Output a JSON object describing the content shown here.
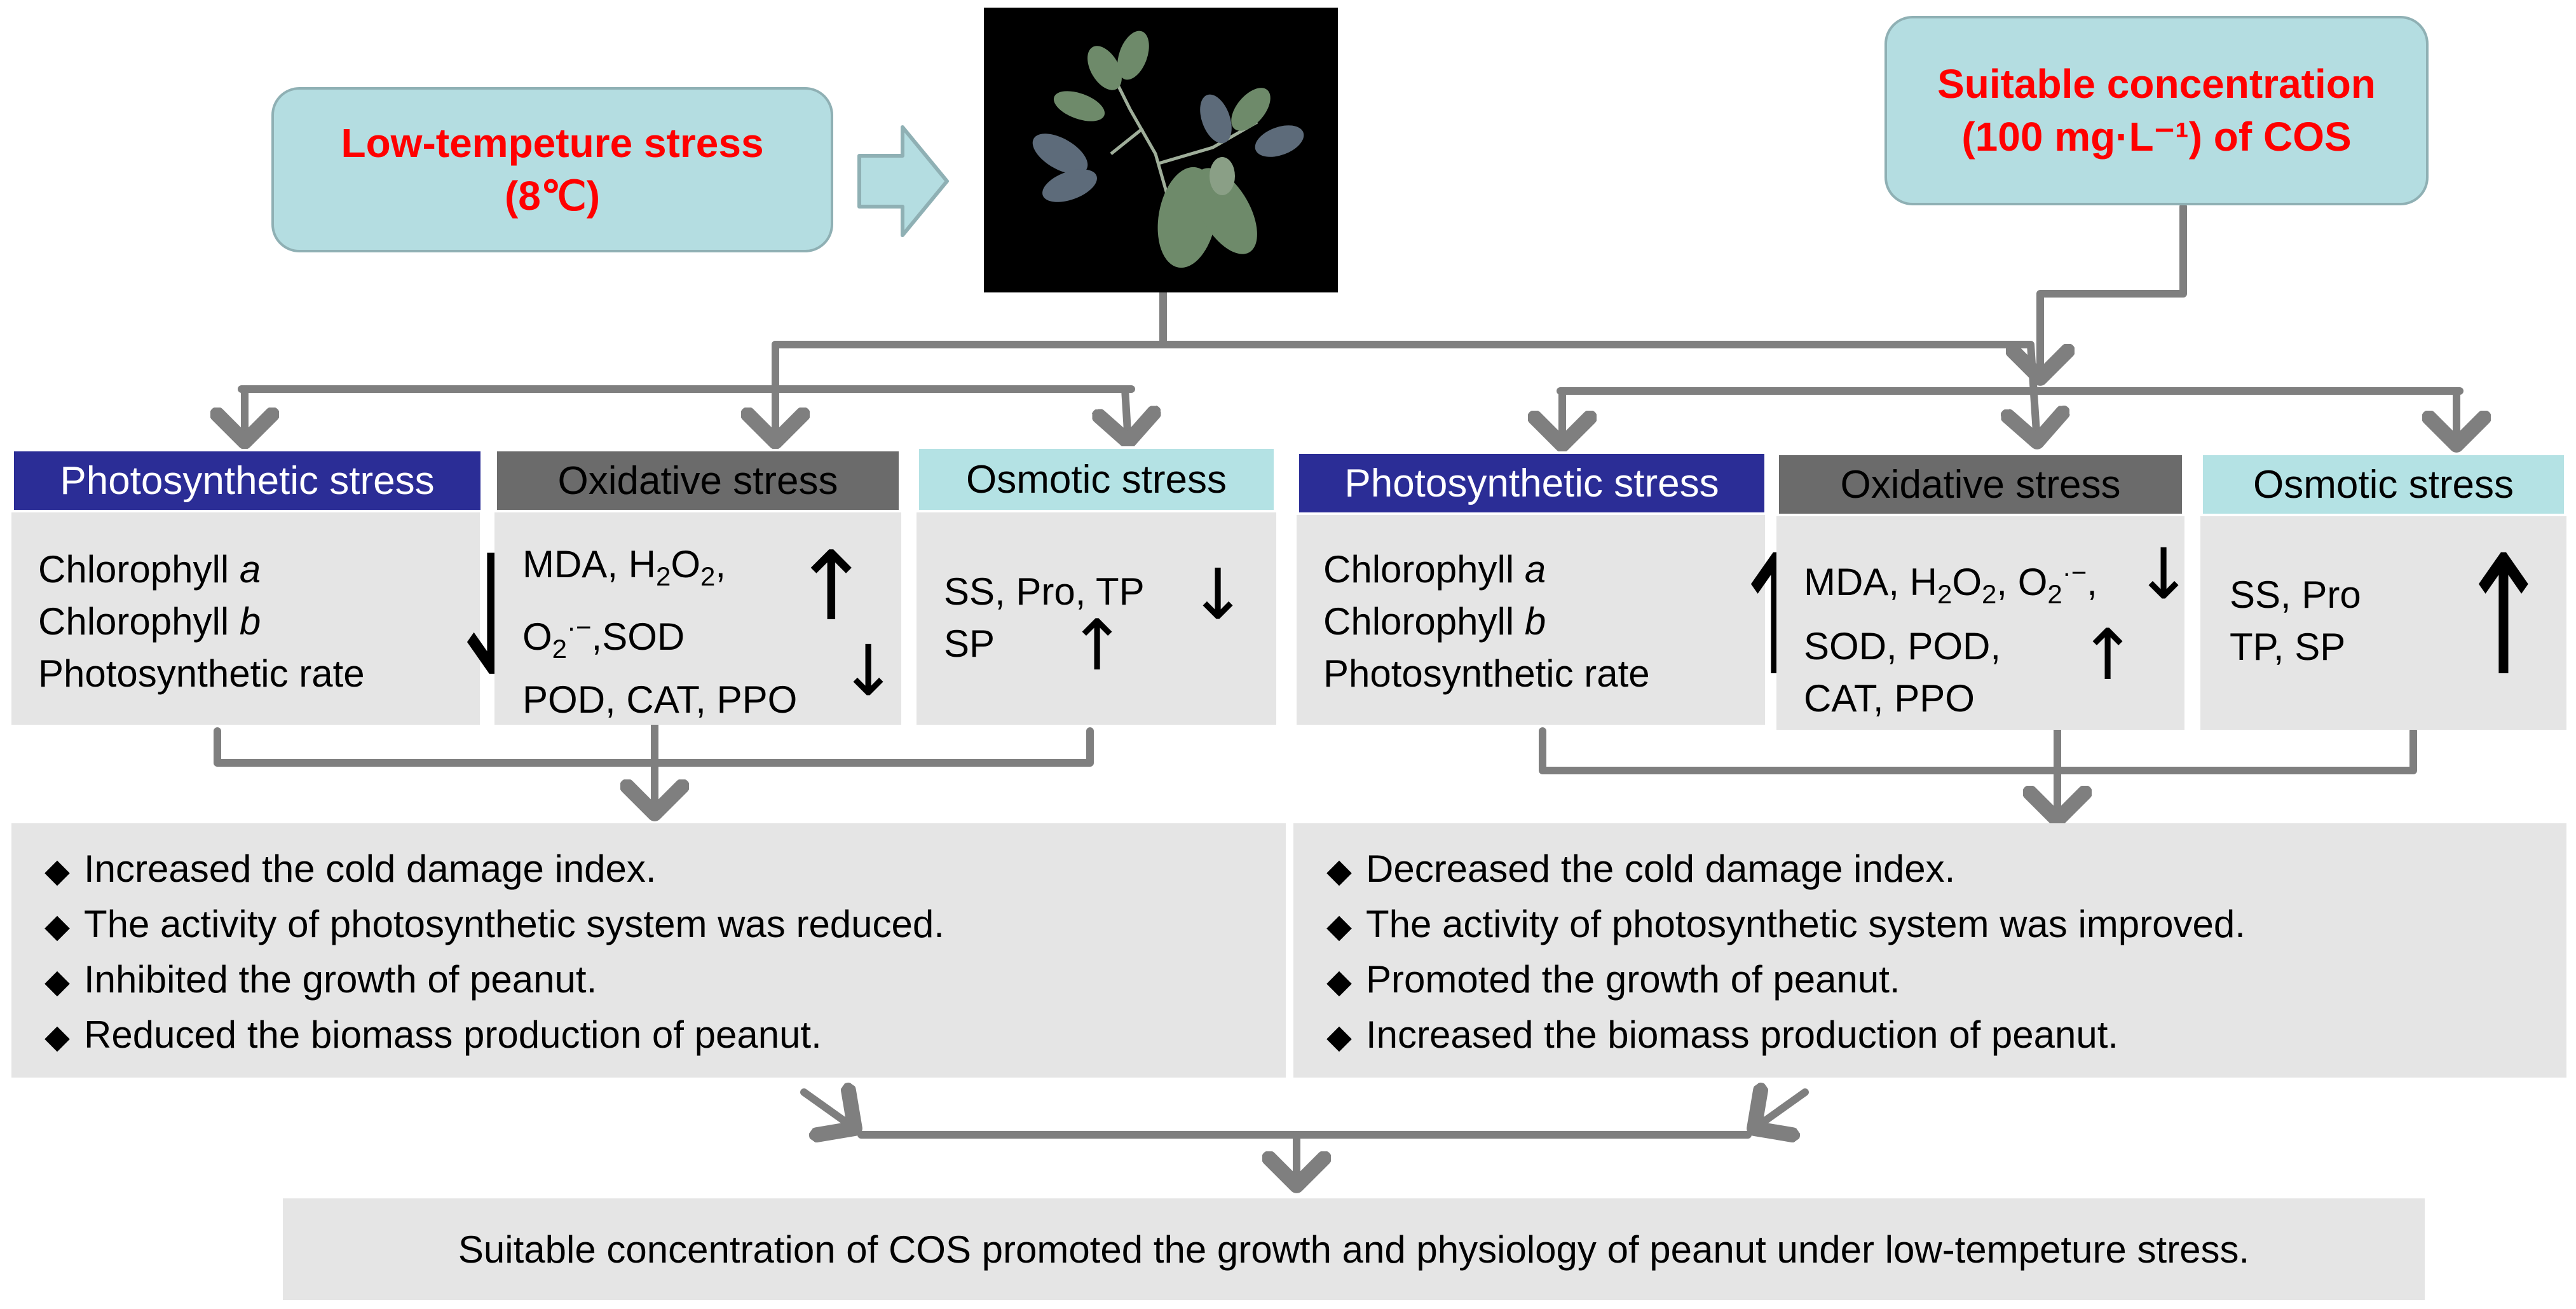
{
  "inputs": {
    "low_temp_line1": "Low-tempeture stress",
    "low_temp_line2": "(8℃)",
    "cos_line1": "Suitable concentration",
    "cos_line2": "(100 mg·L⁻¹) of COS"
  },
  "left": {
    "photosynthetic": {
      "header": "Photosynthetic stress",
      "lines": [
        "Chlorophyll ",
        "Chlorophyll ",
        "Photosynthetic rate"
      ],
      "italic": [
        "a",
        "b"
      ]
    },
    "oxidative": {
      "header": "Oxidative stress"
    },
    "osmotic": {
      "header": "Osmotic stress",
      "line1": "SS, Pro, TP",
      "line2": "SP"
    },
    "outcomes": [
      "Increased the cold damage index.",
      "The activity of photosynthetic system was reduced.",
      "Inhibited the growth of peanut.",
      "Reduced the biomass production of peanut."
    ]
  },
  "right": {
    "photosynthetic": {
      "header": "Photosynthetic stress",
      "lines": [
        "Chlorophyll ",
        "Chlorophyll ",
        "Photosynthetic rate"
      ],
      "italic": [
        "a",
        "b"
      ]
    },
    "oxidative": {
      "header": "Oxidative stress",
      "line2": "SOD, POD,",
      "line3": "CAT,  PPO"
    },
    "osmotic": {
      "header": "Osmotic stress",
      "line1": "SS, Pro",
      "line2": "TP, SP"
    },
    "outcomes": [
      "Decreased the cold damage index.",
      "The activity of photosynthetic system was improved.",
      "Promoted the growth of peanut.",
      "Increased the biomass production of peanut."
    ]
  },
  "bullet_symbol": "◆",
  "arrows": {
    "up": "↑",
    "down": "↓"
  },
  "conclusion": "Suitable concentration of COS promoted the growth and physiology of peanut under low-tempeture stress.",
  "colors": {
    "input_fill": "#b4dde1",
    "input_text": "#ff0000",
    "photo_header": "#2b2d96",
    "oxidative_header": "#6b6b6b",
    "osmotic_header": "#b4e2e4",
    "panel": "#e5e5e5",
    "connector": "#7f7f7f"
  }
}
